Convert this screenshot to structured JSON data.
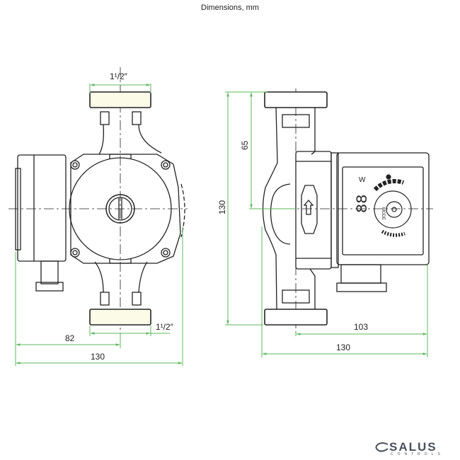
{
  "title": "Dimensions, mm",
  "colors": {
    "dimension_line": "#5cb85c",
    "outline": "#222222",
    "flange_fill": "#fbfbe8"
  },
  "front_view": {
    "dims": {
      "top_connection": "1¹/2″",
      "bottom_connection": "1¹/2″",
      "center_offset": "82",
      "total_width": "130"
    }
  },
  "side_view": {
    "dims": {
      "half_height": "65",
      "total_height": "130",
      "control_depth": "103",
      "total_depth": "130"
    },
    "control_panel": {
      "display": "88",
      "unit": "W",
      "button_label": "MODE"
    }
  },
  "logo": {
    "brand": "SALUS",
    "subtitle": "CONTROLS"
  }
}
